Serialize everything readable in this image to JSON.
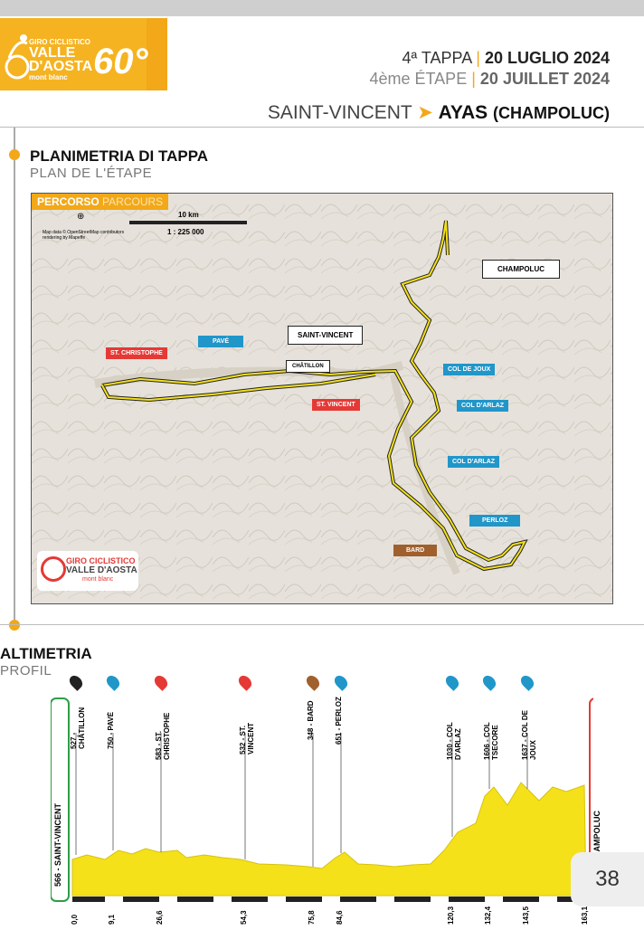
{
  "header": {
    "logo": {
      "line1": "GIRO CICLISTICO",
      "line2": "VALLE",
      "line3": "D'AOSTA",
      "line4": "mont blanc",
      "edition": "60°"
    },
    "stage_it": {
      "prefix": "4ª TAPPA",
      "date": "20 LUGLIO 2024"
    },
    "stage_fr": {
      "prefix": "4ème ÉTAPE",
      "date": "20 JUILLET 2024"
    },
    "route": {
      "from": "SAINT-VINCENT",
      "to": "AYAS",
      "to_sub": "(CHAMPOLUC)"
    }
  },
  "map_section": {
    "title": "PLANIMETRIA DI TAPPA",
    "subtitle": "PLAN DE L'ÉTAPE",
    "tag": "PERCORSO",
    "tag_fr": "PARCOURS",
    "scale_km": "10 km",
    "scale_ratio": "1 : 225 000",
    "credit": "Map data © OpenStreetMap contributors rendering by Mapeffe",
    "labels": {
      "champoluc": "CHAMPOLUC",
      "saint_vincent": "SAINT-VINCENT",
      "chatillon": "CHÂTILLON",
      "st_christophe": "ST. CHRISTOPHE",
      "pave": "PAVÉ",
      "st_vincent": "ST. VINCENT",
      "col_de_joux": "COL DE JOUX",
      "col_darlaz_1": "COL D'ARLAZ",
      "col_darlaz_2": "COL D'ARLAZ",
      "perloz": "PERLOZ",
      "bard": "BARD"
    },
    "map_logo": {
      "line1": "GIRO CICLISTICO",
      "line2": "VALLE D'AOSTA",
      "line3": "mont blanc"
    }
  },
  "profile_section": {
    "title": "ALTIMETRIA",
    "subtitle": "PROFIL",
    "start_label": "566 - SAINT-VINCENT",
    "finish_label": "- CHAMPOLUC",
    "points": [
      {
        "label": "527 - CHÂTILLON",
        "type": "start"
      },
      {
        "label": "750 - PAVÉ",
        "type": "climb"
      },
      {
        "label": "583 - ST. CHRISTOPHE",
        "type": "sprint"
      },
      {
        "label": "532 - ST. VINCENT",
        "type": "sprint"
      },
      {
        "label": "348 - BARD",
        "type": "feed"
      },
      {
        "label": "651 - PERLOZ",
        "type": "climb"
      },
      {
        "label": "1030 - COL D'ARLAZ",
        "type": "climb"
      },
      {
        "label": "1606 - COL TSECORE",
        "type": "climb"
      },
      {
        "label": "1637 - COL DE JOUX",
        "type": "climb"
      }
    ],
    "km_marks": [
      "0,0",
      "9,1",
      "26,6",
      "54,3",
      "75,8",
      "84,6",
      "120,3",
      "132,4",
      "143,5",
      "163,1"
    ]
  },
  "page_number": "38",
  "colors": {
    "accent": "#f2a818",
    "route_yellow": "#f4e11a",
    "red": "#e53935",
    "blue": "#2196c9"
  }
}
